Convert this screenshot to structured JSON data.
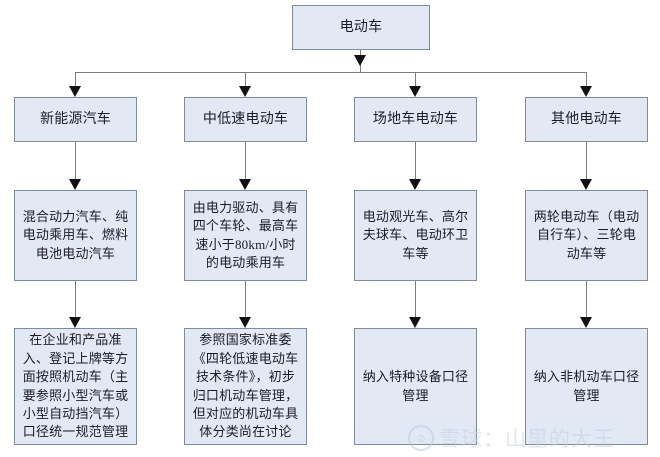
{
  "diagram": {
    "type": "tree-flowchart",
    "orientation": "top-down",
    "colors": {
      "node_fill": "#e3e9f4",
      "node_border": "#808b9c",
      "connector": "#7b7b7b",
      "arrow": "#111111",
      "text": "#1b1b24",
      "background": "#ffffff",
      "watermark": "#c3cfe3"
    },
    "root": {
      "label": "电动车"
    },
    "branches": [
      {
        "category": "新能源汽车",
        "description": "混合动力汽车、纯电动乘用车、燃料电池电动汽车",
        "policy": "在企业和产品准入、登记上牌等方面按照机动车（主要参照小型汽车或小型自动挡汽车）口径统一规范管理"
      },
      {
        "category": "中低速电动车",
        "description": "由电力驱动、具有四个车轮、最高车速小于80km/小时的电动乘用车",
        "policy": "参照国家标准委《四轮低速电动车技术条件》，初步归口机动车管理，但对应的机动车具体分类尚在讨论"
      },
      {
        "category": "场地车电动车",
        "description": "电动观光车、高尔夫球车、电动环卫车等",
        "policy": "纳入特种设备口径管理"
      },
      {
        "category": "其他电动车",
        "description": "两轮电动车（电动自行车）、三轮电动车等",
        "policy": "纳入非机动车口径管理"
      }
    ]
  },
  "watermark": {
    "logo_glyph": "⊘",
    "text": "雪球：山里的大王"
  }
}
